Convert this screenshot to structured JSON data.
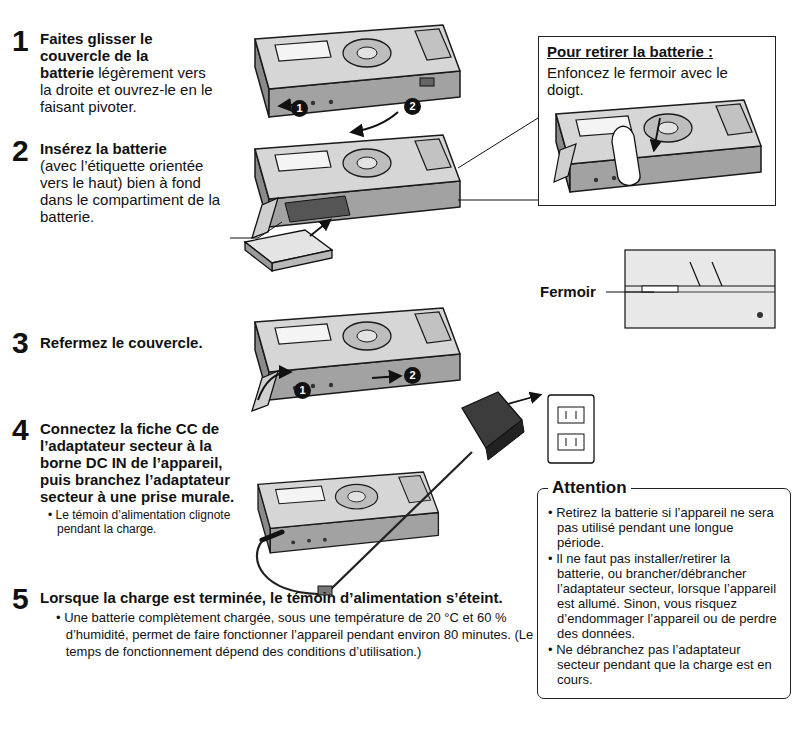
{
  "diagram": {
    "nodes": [
      {
        "text": [
          "Pour retirer la batterie :",
          "Enfoncez le fermoir avec le doigt."
        ]
      },
      {
        "text": [
          "Attention",
          "• Retirez la batterie si l’appareil ne sera pas utilisé pendant une longue période.",
          "• Il ne faut pas installer/retirer la batterie, ou brancher/débrancher l’adaptateur secteur, lorsque l’appareil est allumé. Sinon, vous risquez d’endommager l’appareil ou de perdre des données.",
          "• Ne débranchez pas l’adaptateur secteur pendant que la charge est en cours."
        ]
      }
    ],
    "labels": [
      "1",
      "Faites glisser le couvercle de la batterie",
      "légèrement vers la droite et ouvrez-le en le faisant pivoter.",
      "1",
      "2",
      "2",
      "Insérez la batterie",
      "(avec l’étiquette orientée vers le haut) bien à fond dans le compartiment de la batterie.",
      "Fermoir",
      "3",
      "Refermez le couvercle.",
      "1",
      "2",
      "4",
      "Connectez la fiche CC de l’adaptateur secteur à la borne DC IN de l’appareil, puis branchez l’adaptateur secteur à une prise murale.",
      "• Le témoin d’alimentation clignote pendant la charge.",
      "5",
      "Lorsque la charge est terminée, le témoin d’alimentation s’éteint.",
      "• Une batterie complètement chargée, sous une température de 20 °C et 60 % d’humidité, permet de faire fonctionner l’appareil pendant environ 80 minutes. (Le temps de fonctionnement dépend des conditions d’utilisation.)"
    ]
  }
}
